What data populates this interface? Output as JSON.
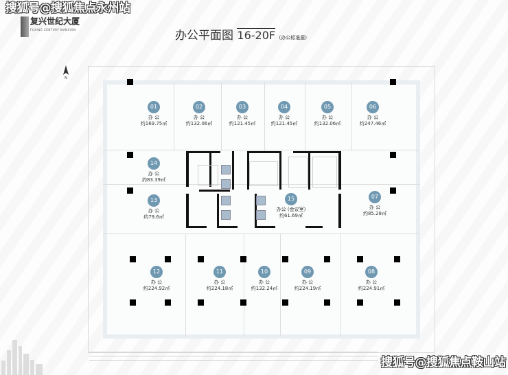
{
  "watermark_top": "搜狐号@搜狐焦点永州站",
  "watermark_bottom": "搜狐号@搜狐焦点鞍山站",
  "logo": {
    "cn": "复兴世纪大厦",
    "en": "FUXING CENTURY MANSION"
  },
  "title": {
    "main": "办公平面图",
    "floors": "16-20F",
    "sub": "(办公标准层)"
  },
  "compass": "N",
  "units": [
    {
      "no": "01",
      "use": "办 公",
      "area": "约169.75㎡"
    },
    {
      "no": "02",
      "use": "办 公",
      "area": "约132.06㎡"
    },
    {
      "no": "03",
      "use": "办 公",
      "area": "约121.45㎡"
    },
    {
      "no": "04",
      "use": "办 公",
      "area": "约121.45㎡"
    },
    {
      "no": "05",
      "use": "办 公",
      "area": "约132.06㎡"
    },
    {
      "no": "06",
      "use": "办 公",
      "area": "约247.46㎡"
    },
    {
      "no": "07",
      "use": "办 公",
      "area": "约85.28㎡"
    },
    {
      "no": "08",
      "use": "办 公",
      "area": "约224.91㎡"
    },
    {
      "no": "09",
      "use": "办 公",
      "area": "约224.19㎡"
    },
    {
      "no": "10",
      "use": "办 公",
      "area": "约132.24㎡"
    },
    {
      "no": "11",
      "use": "办 公",
      "area": "约224.18㎡"
    },
    {
      "no": "12",
      "use": "办 公",
      "area": "约224.92㎡"
    },
    {
      "no": "13",
      "use": "办 公",
      "area": "约79.6㎡"
    },
    {
      "no": "14",
      "use": "办 公",
      "area": "约83.39㎡"
    },
    {
      "no": "15",
      "use": "办公 (会议室)",
      "area": "约61.69㎡"
    }
  ]
}
